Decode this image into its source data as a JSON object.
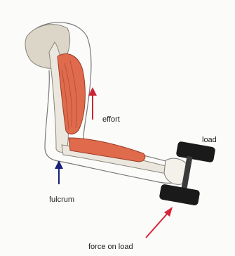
{
  "labels": {
    "effort": "effort",
    "load": "load",
    "fulcrum": "fulcrum",
    "force_on_load": "force on load"
  },
  "colors": {
    "effort_arrow": "#cc2233",
    "force_arrow": "#d8243a",
    "fulcrum_arrow": "#1b1f7a",
    "muscle": "#df6a4c",
    "bone": "#e6e2d8",
    "dumbbell": "#1a1a1a",
    "outline": "#666666"
  }
}
